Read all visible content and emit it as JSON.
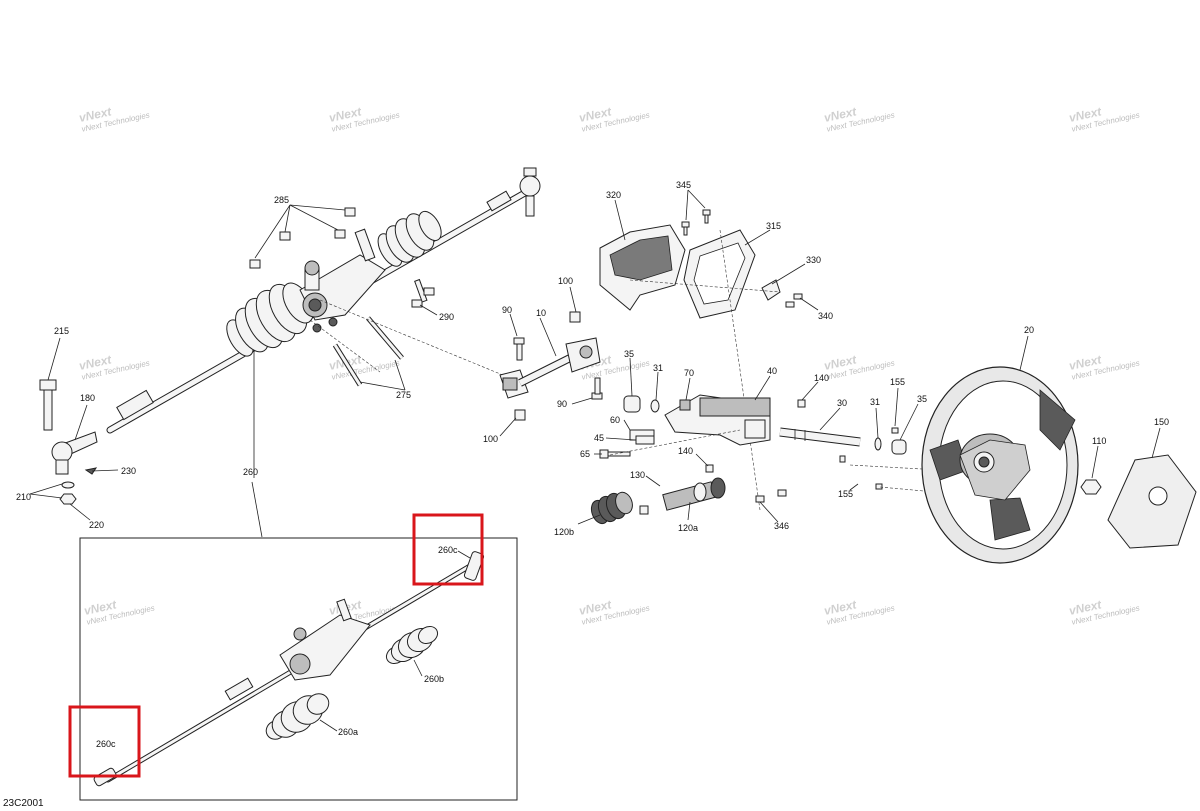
{
  "diagram_code": "23C2001",
  "watermark": {
    "line1": "vNext",
    "line2": "Technologies",
    "combined": "vNext Technologies"
  },
  "labels": {
    "p285": "285",
    "p290": "290",
    "p275": "275",
    "p215": "215",
    "p180": "180",
    "p230": "230",
    "p210": "210",
    "p220": "220",
    "p260": "260",
    "p100a": "100",
    "p100b": "100",
    "p90a": "90",
    "p90b": "90",
    "p10": "10",
    "p320": "320",
    "p345": "345",
    "p315": "315",
    "p330": "330",
    "p340": "340",
    "p35a": "35",
    "p31a": "31",
    "p70": "70",
    "p40": "40",
    "p140a": "140",
    "p60": "60",
    "p45": "45",
    "p65": "65",
    "p140b": "140",
    "p130": "130",
    "p120a": "120a",
    "p120b": "120b",
    "p346": "346",
    "p30": "30",
    "p31b": "31",
    "p155a": "155",
    "p35b": "35",
    "p155b": "155",
    "p20": "20",
    "p110": "110",
    "p150": "150",
    "p260c_top": "260c",
    "p260c_bottom": "260c",
    "p260b": "260b",
    "p260a": "260a"
  },
  "highlight_color": "#d9161b"
}
